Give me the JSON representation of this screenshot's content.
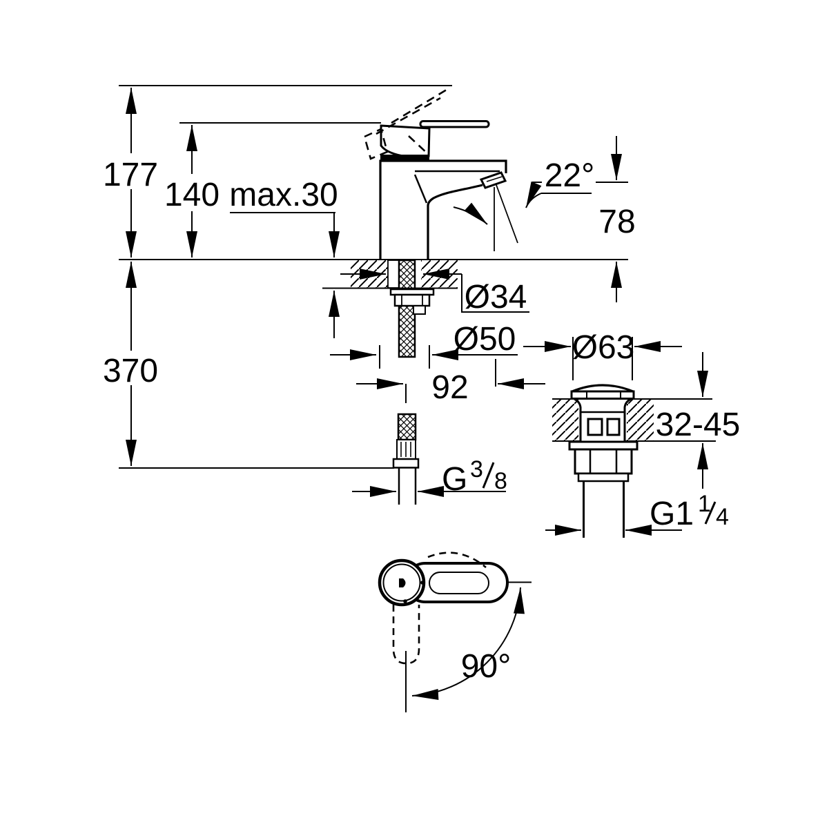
{
  "diagram": {
    "type": "technical-dimension-drawing",
    "subject": "single-lever-basin-mixer-with-pop-up-waste",
    "colors": {
      "line": "#000000",
      "background": "#ffffff"
    },
    "dims": {
      "total_height": "177",
      "body_height": "140",
      "max_deck_thickness": "max.30",
      "below_deck_depth": "370",
      "spout_angle": "22°",
      "outlet_height": "78",
      "hole_diameter": "Ø34",
      "base_diameter": "Ø50",
      "spout_reach": "92",
      "waste_flange_diameter": "Ø63",
      "deck_thickness_range": "32-45",
      "handle_swivel_angle": "90°",
      "supply_thread": {
        "g": "G",
        "numerator": "3",
        "denominator": "8"
      },
      "waste_thread": {
        "g": "G1",
        "numerator": "1",
        "denominator": "4"
      }
    }
  }
}
